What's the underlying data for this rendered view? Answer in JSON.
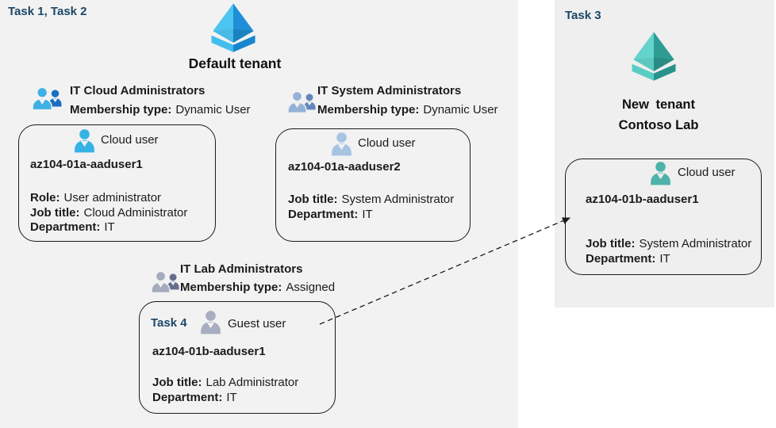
{
  "colors": {
    "task_label_navy": "#1C4767",
    "left_background": "#F2F2F2",
    "right_panel_background": "#EFEFEF",
    "card_border": "#1A1A1A",
    "tenant_blue_light": "#4CC5F2",
    "tenant_blue_dark": "#1F90D7",
    "tenant_teal_light": "#63D3CB",
    "tenant_teal_dark": "#2E9C93",
    "cloud_user_blue": "#35B3E6",
    "cloud_user_steel_blue": "#A6C4E2",
    "guest_user_gray": "#A9ADC1",
    "cloud_user_teal": "#4DB3AB",
    "group_blue_front": "#3FB0E6",
    "group_blue_back": "#1A6FC4",
    "group_steel_front": "#93B3D6",
    "group_steel_back": "#6287BA",
    "group_gray_front": "#A6AABD",
    "group_gray_back": "#666D8C"
  },
  "icons": {
    "left_tenant": "azure-tenant-icon-blue",
    "right_tenant": "azure-tenant-icon-teal",
    "group1": "group-people-icon-blue",
    "group2": "group-people-icon-steel",
    "group3": "group-people-icon-gray",
    "user1": "person-icon-blue",
    "user2": "person-icon-steel",
    "user3": "person-icon-gray",
    "right_user": "person-icon-teal"
  },
  "left": {
    "task_label": "Task 1, Task 2",
    "tenant_name": "Default tenant",
    "groups": [
      {
        "name": "IT Cloud Administrators",
        "membership_label": "Membership type:",
        "membership_value": "Dynamic User"
      },
      {
        "name": "IT System Administrators",
        "membership_label": "Membership type:",
        "membership_value": "Dynamic User"
      },
      {
        "name": "IT Lab Administrators",
        "membership_label": "Membership type:",
        "membership_value": "Assigned"
      }
    ],
    "users": [
      {
        "type_label": "Cloud user",
        "name": "az104-01a-aaduser1",
        "fields": [
          {
            "label": "Role:",
            "value": "User administrator"
          },
          {
            "label": "Job title:",
            "value": "Cloud Administrator"
          },
          {
            "label": "Department:",
            "value": "IT"
          }
        ]
      },
      {
        "type_label": "Cloud user",
        "name": "az104-01a-aaduser2",
        "fields": [
          {
            "label": "Job title:",
            "value": "System Administrator"
          },
          {
            "label": "Department:",
            "value": "IT"
          }
        ]
      },
      {
        "task_label": "Task 4",
        "type_label": "Guest user",
        "name": "az104-01b-aaduser1",
        "fields": [
          {
            "label": "Job title:",
            "value": "Lab Administrator"
          },
          {
            "label": "Department:",
            "value": "IT"
          }
        ]
      }
    ]
  },
  "right": {
    "task_label": "Task 3",
    "tenant_name_line1": "New tenant",
    "tenant_name_line2": "Contoso Lab",
    "user": {
      "type_label": "Cloud user",
      "name": "az104-01b-aaduser1",
      "fields": [
        {
          "label": "Job title:",
          "value": "System Administrator"
        },
        {
          "label": "Department:",
          "value": "IT"
        }
      ]
    }
  }
}
